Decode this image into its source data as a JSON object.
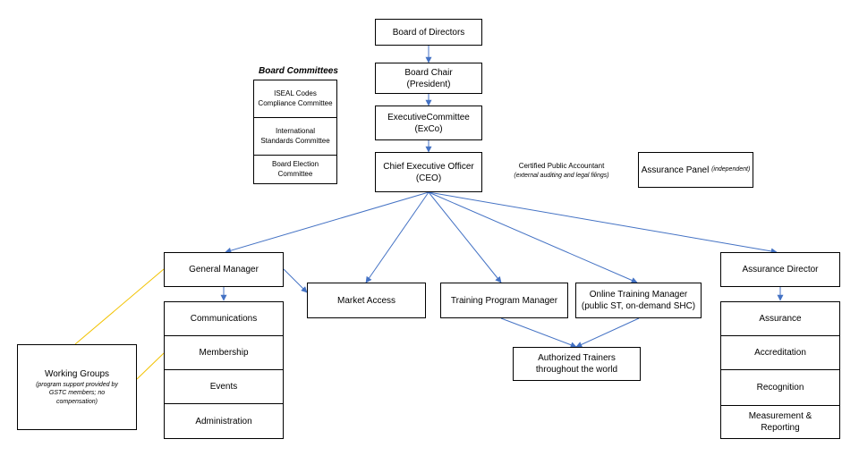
{
  "board_committees": {
    "heading": "Board Committees",
    "items": [
      [
        "ISEAL Codes",
        "Compliance Committee"
      ],
      [
        "International",
        "Standards Committee"
      ],
      [
        "Board Election",
        "Committee"
      ]
    ]
  },
  "top": {
    "board_of_directors": "Board of Directors",
    "board_chair": [
      "Board Chair",
      "(President)"
    ],
    "exco": [
      "ExecutiveCommittee",
      "(ExCo)"
    ],
    "ceo": [
      "Chief Executive Officer",
      "(CEO)"
    ]
  },
  "side": {
    "cpa_title": "Certified Public Accountant",
    "cpa_note": "(external auditing and legal filings)",
    "assurance_panel": "Assurance Panel",
    "assurance_panel_note": "(independent)"
  },
  "general_manager": {
    "title": "General Manager",
    "units": [
      "Communications",
      "Membership",
      "Events",
      "Administration"
    ]
  },
  "market_access": "Market Access",
  "training_program_manager": "Training Program Manager",
  "online_training_manager": [
    "Online Training Manager",
    "(public ST, on-demand SHC)"
  ],
  "authorized_trainers": [
    "Authorized Trainers",
    "throughout the world"
  ],
  "assurance_director": {
    "title": "Assurance Director",
    "units": [
      "Assurance",
      "Accreditation",
      "Recognition",
      "Measurement &",
      "Reporting"
    ]
  },
  "working_groups": {
    "title": "Working Groups",
    "note": [
      "(program support provided by",
      "GSTC members;  no",
      "compensation)"
    ]
  },
  "colors": {
    "arrow": "#4472c4",
    "yellow_line": "#f2c200",
    "border": "#000000"
  }
}
